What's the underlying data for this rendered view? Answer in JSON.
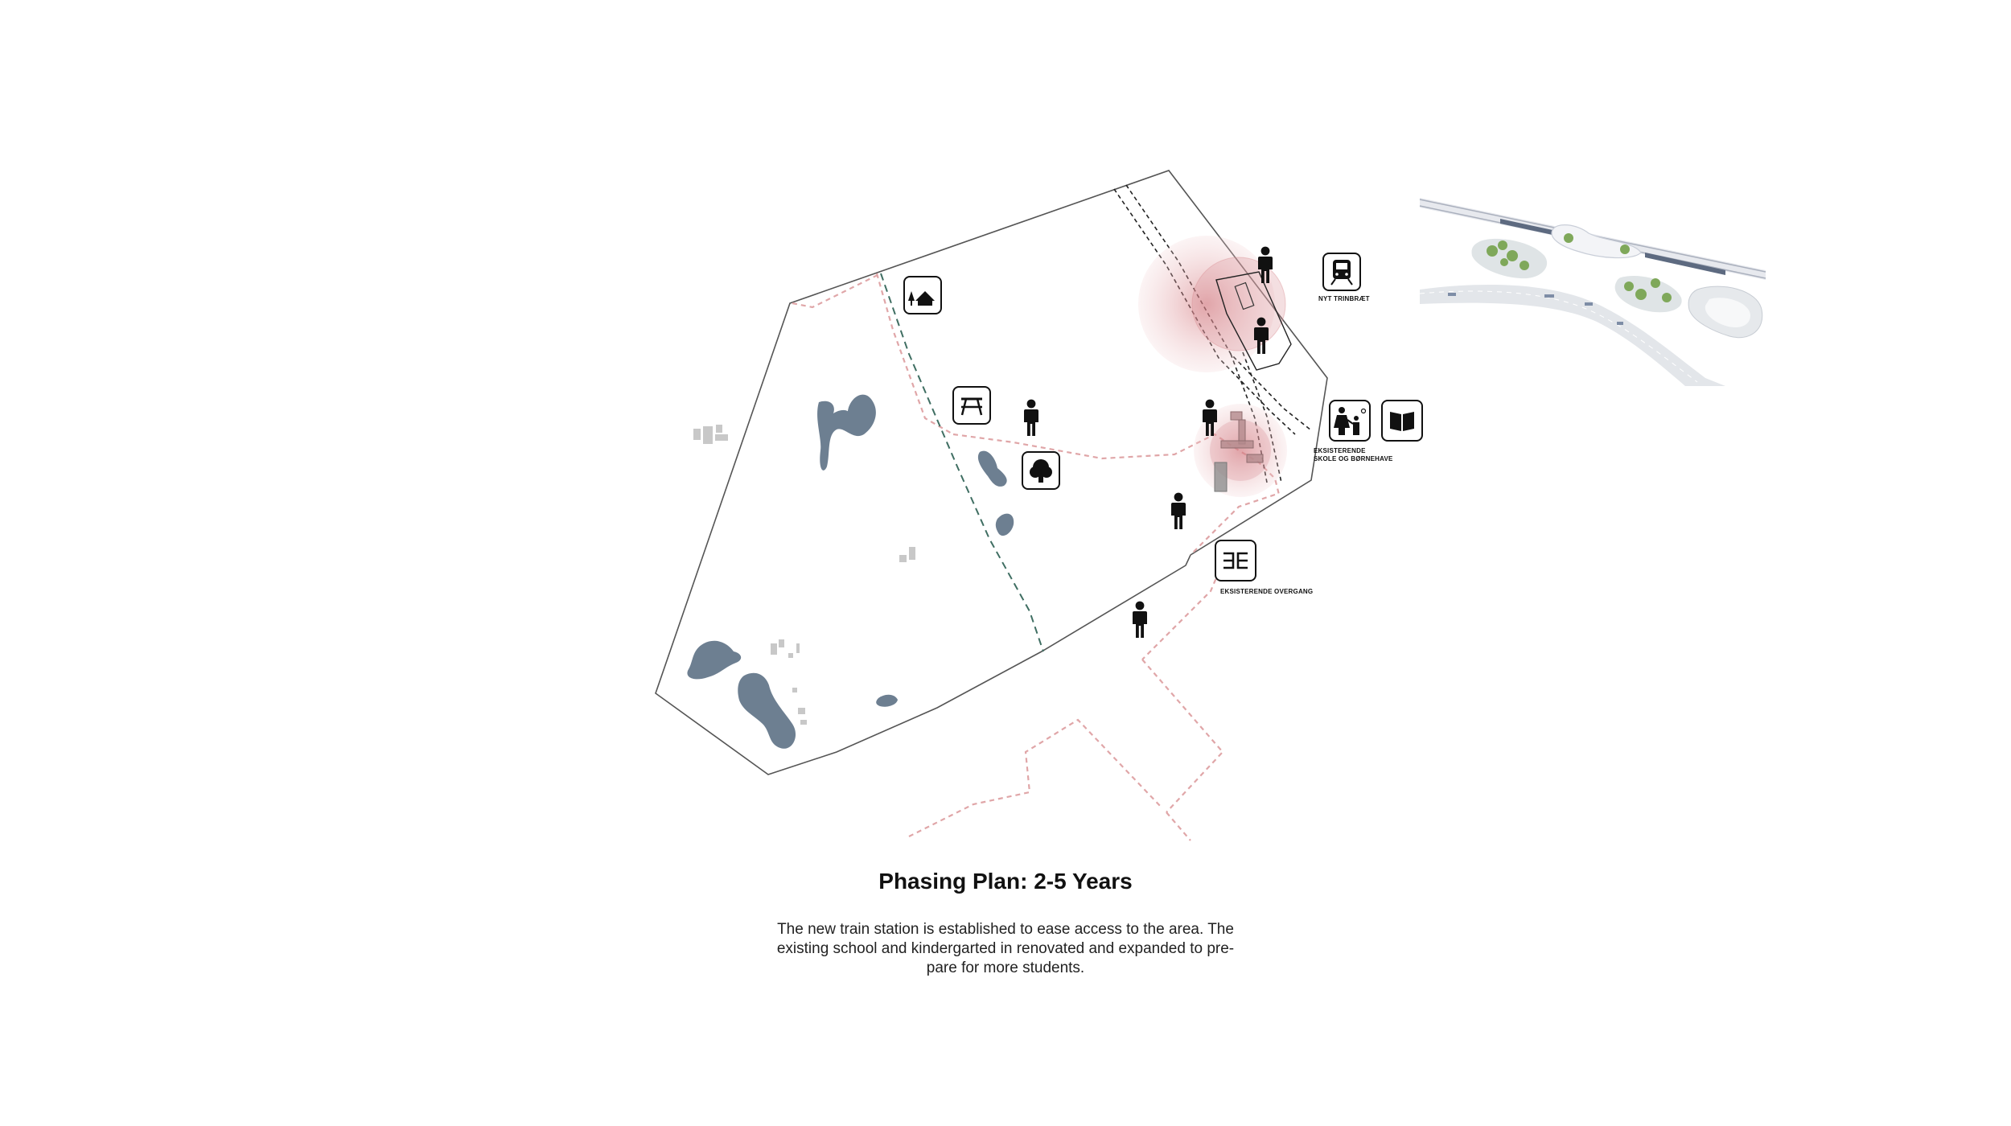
{
  "caption": {
    "title": "Phasing Plan: 2-5 Years",
    "body_lines": [
      "The new train station is established to ease access to the area. The",
      "existing school and kindergarted in renovated and expanded to pre-",
      "pare for more students."
    ]
  },
  "map": {
    "labels": {
      "train_station": "NYT TRINBRÆT",
      "school_line1": "EKSISTERENDE",
      "school_line2": "SKOLE OG BØRNEHAVE",
      "crossing": "EKSISTERENDE OVERGANG"
    },
    "icons": [
      "cabin-icon",
      "picnic-table-icon",
      "tree-icon",
      "train-icon",
      "family-icon",
      "book-icon",
      "crossing-icon"
    ],
    "colors": {
      "water": "#6d7f91",
      "path_pink": "#e0a6a8",
      "path_green": "#3f6e62",
      "boundary": "#555555",
      "glow": "#d8898d",
      "rail": "#222222"
    }
  }
}
